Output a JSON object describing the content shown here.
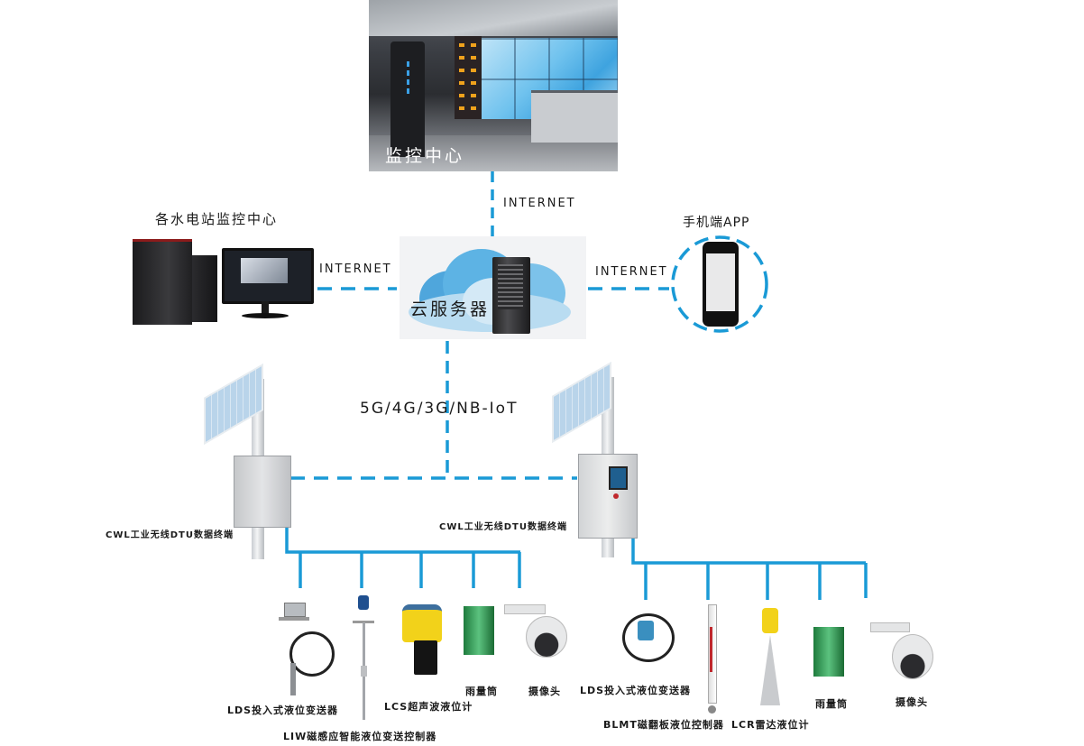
{
  "diagram": {
    "title": "Hydropower station water-level monitoring system topology",
    "line_color": "#1a9ad6",
    "nodes": {
      "monitoring_center": {
        "label": "监控中心",
        "icon": "control-room-photo"
      },
      "station_centers": {
        "label": "各水电站监控中心",
        "icon": "workstation-computer"
      },
      "cloud_server": {
        "label": "云服务器",
        "icon": "cloud-server"
      },
      "mobile_app": {
        "label": "手机端APP",
        "icon": "smartphone"
      },
      "dtu_left": {
        "label": "CWL工业无线DTU数据终端",
        "icon": "solar-powered-cabinet"
      },
      "dtu_right": {
        "label": "CWL工业无线DTU数据终端",
        "icon": "solar-powered-cabinet-with-display"
      }
    },
    "links": {
      "center_to_cloud": "INTERNET",
      "station_to_cloud": "INTERNET",
      "cloud_to_app": "INTERNET",
      "cloud_to_dtu": "5G/4G/3G/NB-IoT"
    },
    "left_devices": [
      {
        "label": "LDS投入式液位变送器",
        "icon": "submersible-level-transmitter"
      },
      {
        "label": "LIW磁感应智能液位变送控制器",
        "icon": "magnetic-level-controller"
      },
      {
        "label": "LCS超声波液位计",
        "icon": "ultrasonic-level-meter"
      },
      {
        "label": "雨量筒",
        "icon": "rain-gauge"
      },
      {
        "label": "摄像头",
        "icon": "dome-camera"
      }
    ],
    "right_devices": [
      {
        "label": "LDS投入式液位变送器",
        "icon": "submersible-level-transmitter"
      },
      {
        "label": "BLMT磁翻板液位控制器",
        "icon": "magnetic-flap-level-gauge"
      },
      {
        "label": "LCR雷达液位计",
        "icon": "radar-level-meter"
      },
      {
        "label": "雨量筒",
        "icon": "rain-gauge"
      },
      {
        "label": "摄像头",
        "icon": "dome-camera"
      }
    ]
  }
}
